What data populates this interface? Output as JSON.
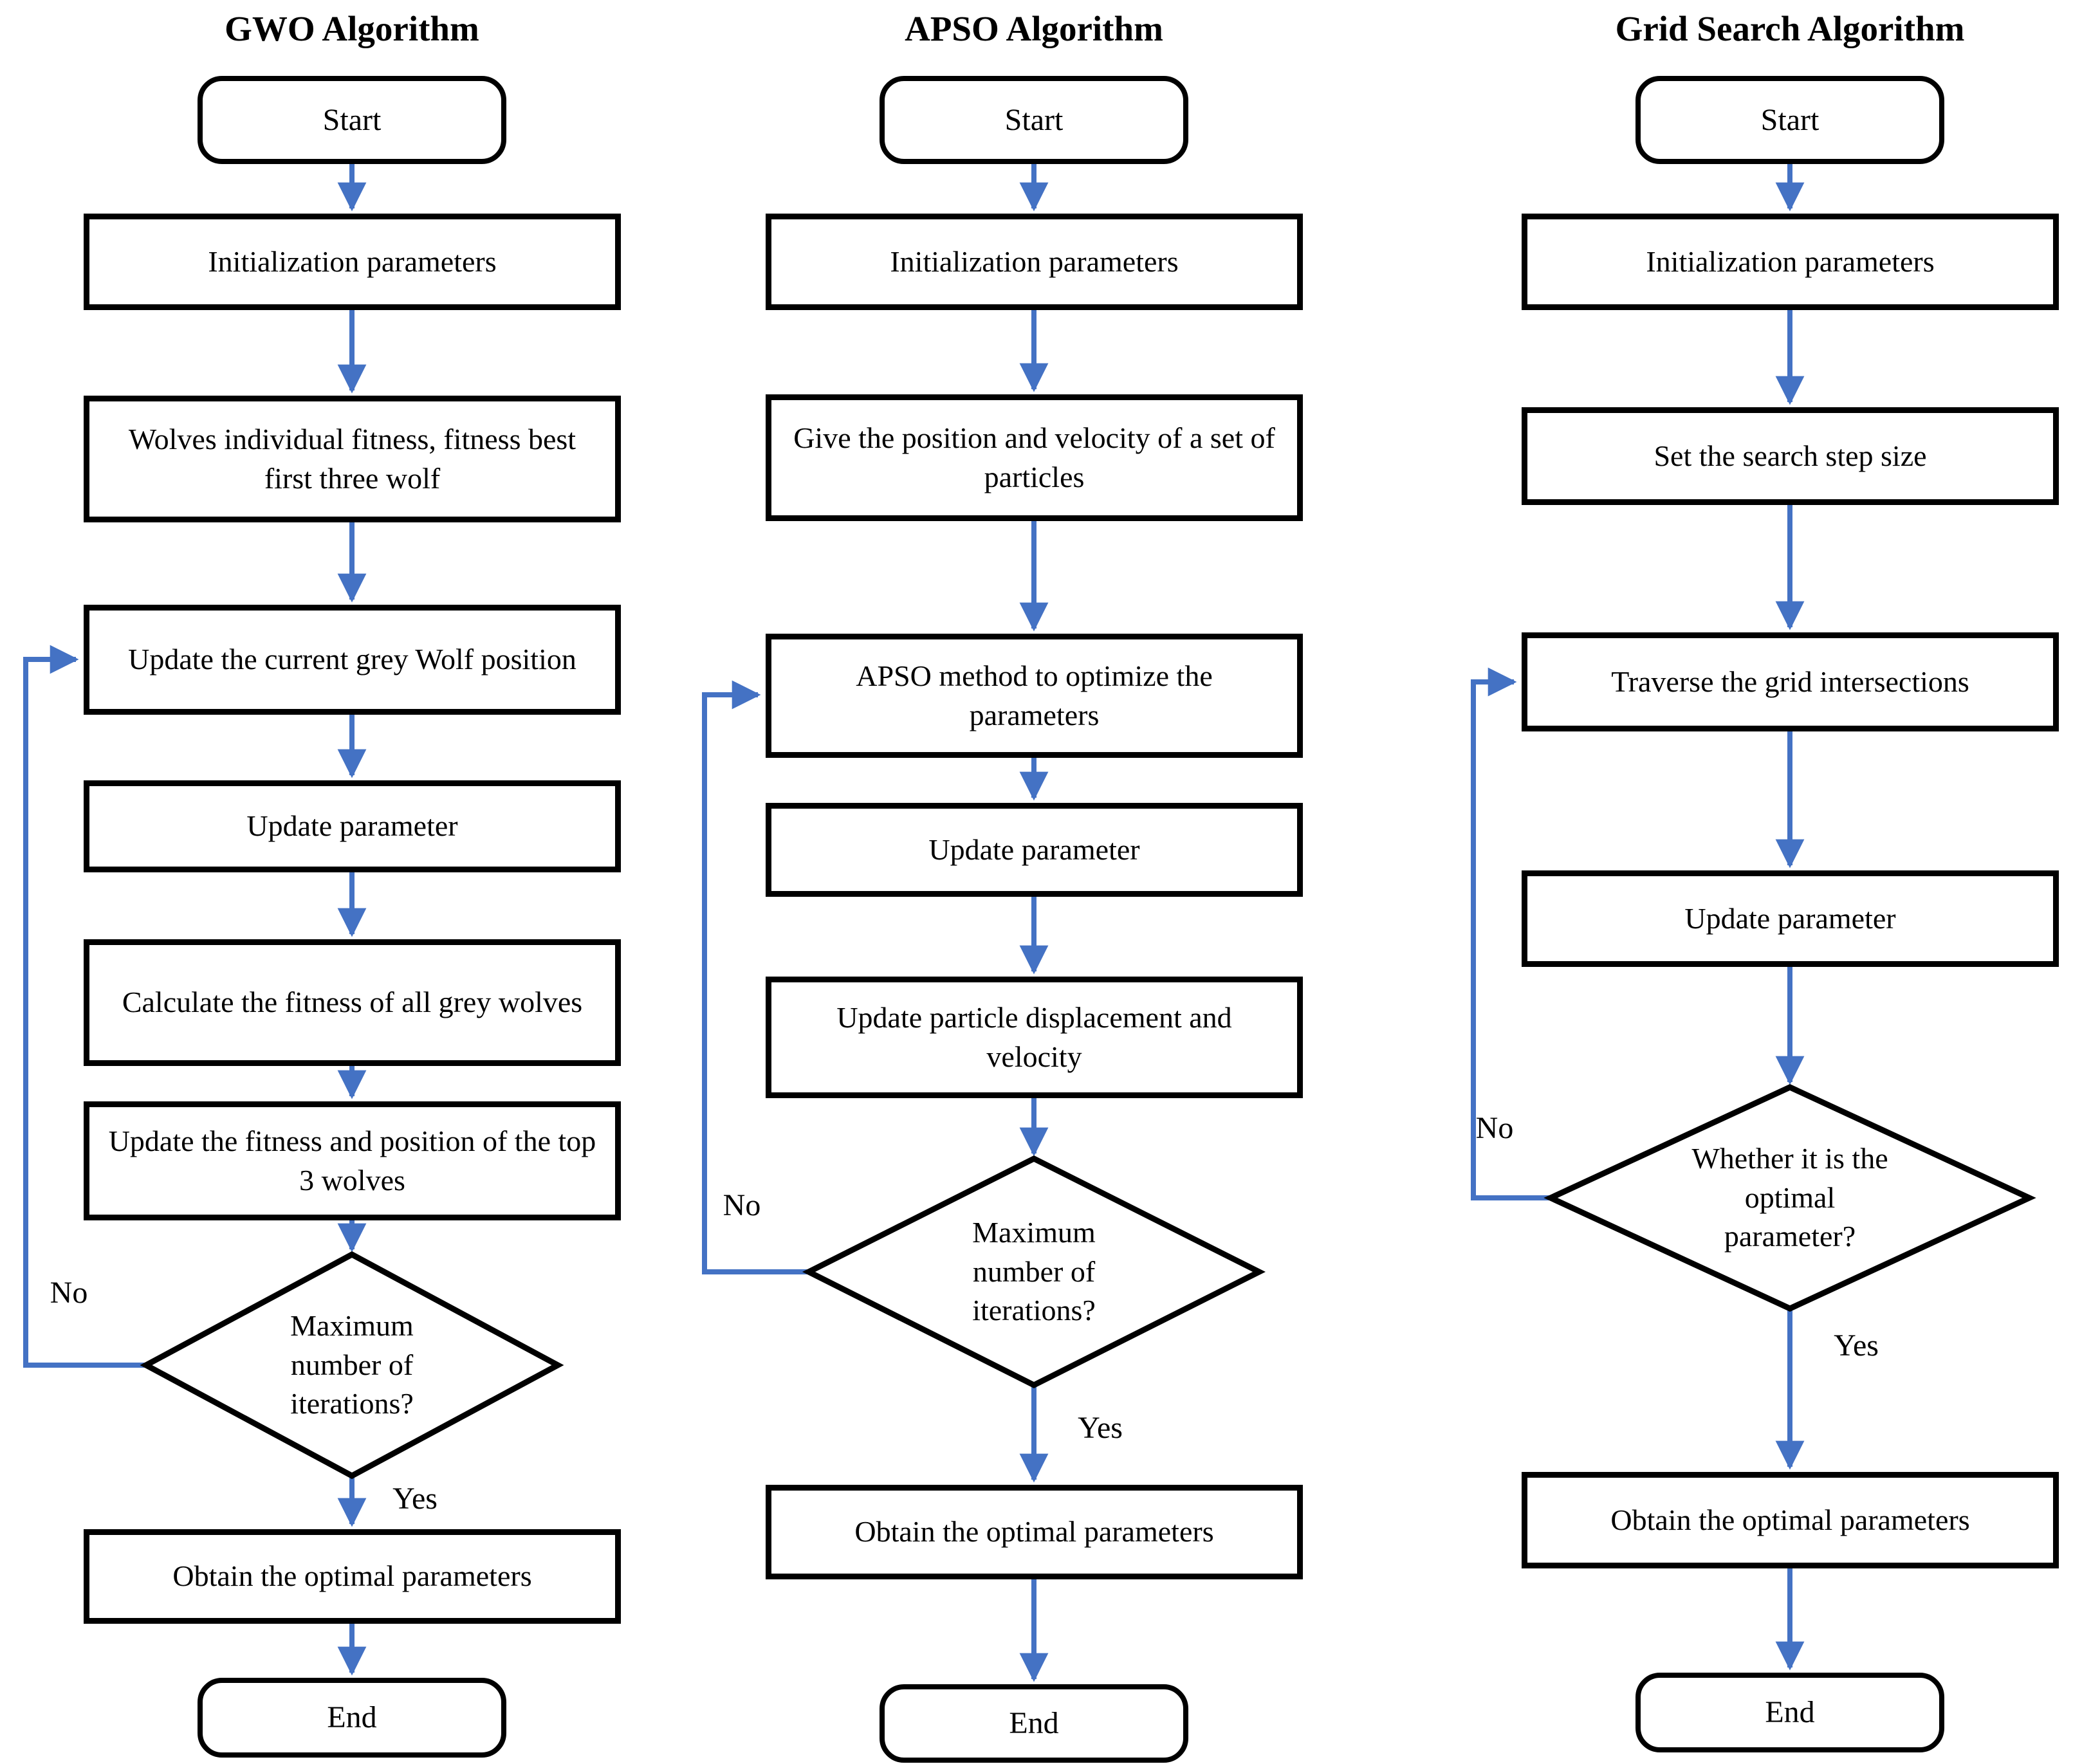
{
  "figure": {
    "type": "flowchart-comparison",
    "description": "Three side-by-side algorithm flowcharts"
  },
  "colors": {
    "arrow_blue": "#4472C4",
    "shape_border": "#000000",
    "shape_fill": "#FFFFFF",
    "text": "#000000"
  },
  "columns": [
    {
      "id": "gwo",
      "title": "GWO Algorithm",
      "start_label": "Start",
      "steps": [
        "Initialization parameters",
        "Wolves individual fitness, fitness best first three wolf",
        "Update the current grey Wolf position",
        "Update parameter",
        "Calculate the fitness of all grey wolves",
        "Update the fitness and position of the top 3 wolves"
      ],
      "decision": "Maximum number of iterations?",
      "decision_no": "No",
      "decision_yes": "Yes",
      "result_step": "Obtain the optimal parameters",
      "end_label": "End"
    },
    {
      "id": "apso",
      "title": "APSO Algorithm",
      "start_label": "Start",
      "steps": [
        "Initialization parameters",
        "Give the position and velocity of a set of particles",
        "APSO method to optimize the parameters",
        "Update parameter",
        "Update particle displacement and velocity"
      ],
      "decision": "Maximum number of iterations?",
      "decision_no": "No",
      "decision_yes": "Yes",
      "result_step": "Obtain the optimal parameters",
      "end_label": "End"
    },
    {
      "id": "grid_search",
      "title": "Grid Search Algorithm",
      "start_label": "Start",
      "steps": [
        "Initialization parameters",
        "Set the search step size",
        "Traverse the grid intersections",
        "Update parameter"
      ],
      "decision": "Whether it is the optimal parameter?",
      "decision_no": "No",
      "decision_yes": "Yes",
      "result_step": "Obtain the optimal parameters",
      "end_label": "End"
    }
  ]
}
